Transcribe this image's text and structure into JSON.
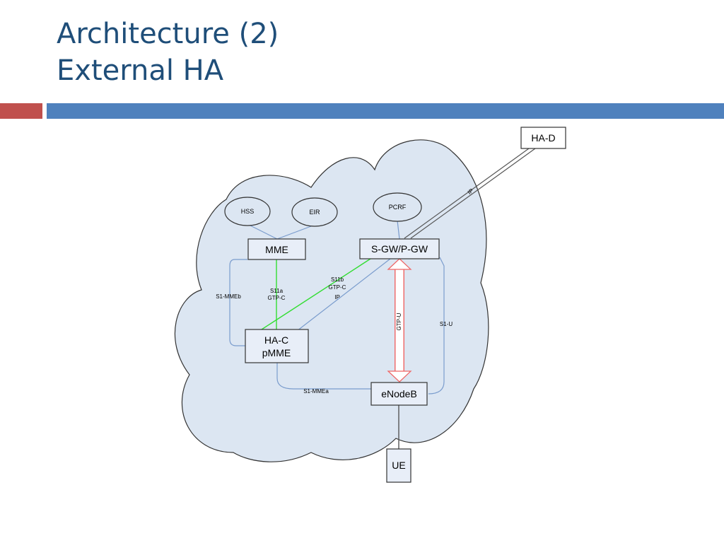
{
  "slide": {
    "title_line1": "Architecture (2)",
    "title_line2": "External HA"
  },
  "colors": {
    "title": "#1f4e79",
    "accent_red": "#c0504d",
    "accent_blue": "#4f81bd",
    "cloud_fill": "#dce6f2",
    "link_blue": "#7a9ccd",
    "link_green": "#33dd33",
    "link_red": "#ee6666",
    "box_fill": "#e8eef8"
  },
  "nodes": {
    "hss": "HSS",
    "eir": "EIR",
    "pcrf": "PCRF",
    "mme": "MME",
    "sgw_pgw": "S-GW/P-GW",
    "ha_c_line1": "HA-C",
    "ha_c_line2": "pMME",
    "enodeb": "eNodeB",
    "ue": "UE",
    "ha_d": "HA-D"
  },
  "links": {
    "s1_mmeb": "S1-MMEb",
    "s11a_line1": "S11a",
    "s11a_line2": "GTP-C",
    "s11b_line1": "S11b",
    "s11b_line2": "GTP-C",
    "s11b_line3": "IP",
    "gtp_u": "GTP-U",
    "s1_u": "S1-U",
    "s1_mmea": "S1-MMEa",
    "ip": "IP"
  }
}
